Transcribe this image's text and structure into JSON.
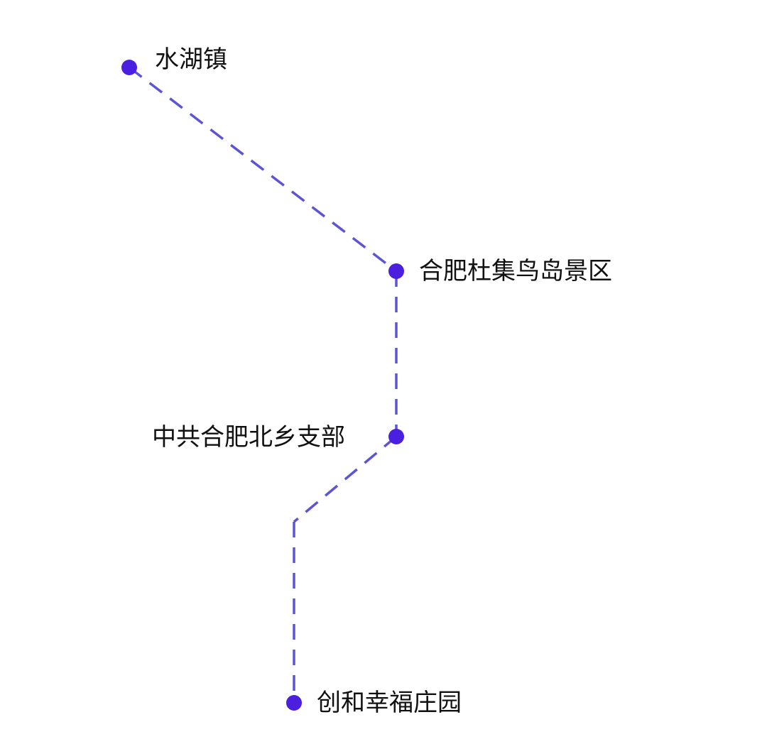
{
  "route": {
    "line_color": "#5b55d6",
    "dot_color": "#4b1fe0",
    "stops": [
      {
        "name": "水湖镇"
      },
      {
        "name": "合肥杜集鸟岛景区"
      },
      {
        "name": "中共合肥北乡支部"
      },
      {
        "name": "创和幸福庄园"
      }
    ]
  }
}
